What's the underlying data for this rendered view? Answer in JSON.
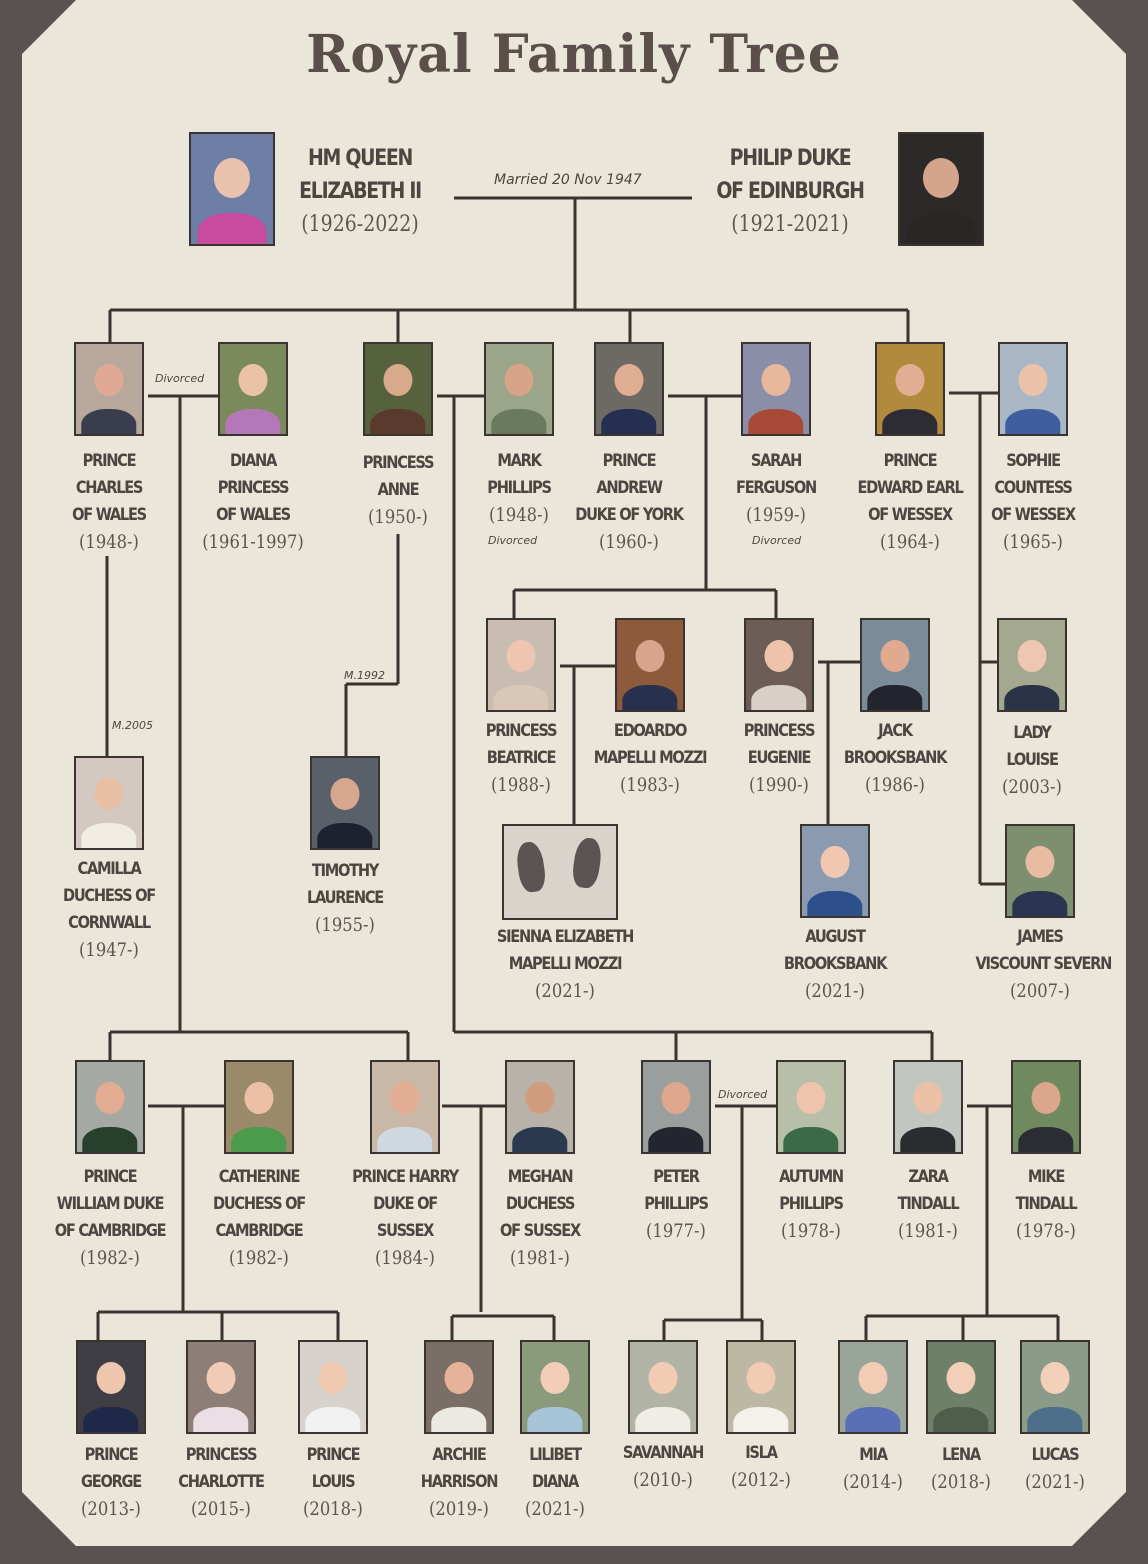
{
  "title": "Royal Family Tree",
  "notes": {
    "married": "Married 20 Nov 1947",
    "divorced": "Divorced",
    "m2005": "M.2005",
    "m1992": "M.1992"
  },
  "colors": {
    "background": "#ebe6da",
    "line": "#3b3330",
    "text": "#4e4441",
    "frame": "#5a5250"
  },
  "people": {
    "elizabeth": {
      "name": "HM QUEEN\nELIZABETH II",
      "years": "(1926-2022)",
      "skin": "#e9c3ae",
      "top": "#c94b9f",
      "bg": "#6e7fa5"
    },
    "philip": {
      "name": "PHILIP DUKE\nOF EDINBURGH",
      "years": "(1921-2021)",
      "skin": "#d4a58c",
      "top": "#2a2624",
      "bg": "#2b2a28"
    },
    "charles": {
      "name": "PRINCE\nCHARLES\nOF WALES",
      "years": "(1948-)",
      "skin": "#e0a996",
      "top": "#3a3d4e",
      "bg": "#b8a89c"
    },
    "diana": {
      "name": "DIANA\nPRINCESS\nOF WALES",
      "years": "(1961-1997)",
      "skin": "#e9c2a8",
      "top": "#b477b8",
      "bg": "#7b8a5a"
    },
    "anne": {
      "name": "PRINCESS\nANNE",
      "years": "(1950-)",
      "skin": "#d9a98c",
      "top": "#5b3a2e",
      "bg": "#56613e"
    },
    "mark": {
      "name": "MARK\nPHILLIPS",
      "years": "(1948-)",
      "skin": "#d7a488",
      "top": "#6b7a5c",
      "bg": "#9aa58a"
    },
    "andrew": {
      "name": "PRINCE\nANDREW\nDUKE OF YORK",
      "years": "(1960-)",
      "skin": "#dfad92",
      "top": "#253050",
      "bg": "#6d6a66"
    },
    "sarah": {
      "name": "SARAH\nFERGUSON",
      "years": "(1959-)",
      "skin": "#e8b79c",
      "top": "#a84a38",
      "bg": "#8a8fa7"
    },
    "edward": {
      "name": "PRINCE\nEDWARD EARL\nOF WESSEX",
      "years": "(1964-)",
      "skin": "#e1ae94",
      "top": "#2d2b33",
      "bg": "#b28a3e"
    },
    "sophie": {
      "name": "SOPHIE\nCOUNTESS\nOF WESSEX",
      "years": "(1965-)",
      "skin": "#ecc2ab",
      "top": "#3f5e9e",
      "bg": "#a8b6c6"
    },
    "beatrice": {
      "name": "PRINCESS\nBEATRICE",
      "years": "(1988-)",
      "skin": "#eec5b0",
      "top": "#d9c7b8",
      "bg": "#c9bcb0"
    },
    "edoardo": {
      "name": "EDOARDO\nMAPELLI MOZZI",
      "years": "(1983-)",
      "skin": "#d8a58c",
      "top": "#27304d",
      "bg": "#8d5a3c"
    },
    "eugenie": {
      "name": "PRINCESS\nEUGENIE",
      "years": "(1990-)",
      "skin": "#eec2ab",
      "top": "#d8cfc8",
      "bg": "#6b5d55"
    },
    "jack": {
      "name": "JACK\nBROOKSBANK",
      "years": "(1986-)",
      "skin": "#e0aa90",
      "top": "#22252e",
      "bg": "#7a8c99"
    },
    "louise": {
      "name": "LADY\nLOUISE",
      "years": "(2003-)",
      "skin": "#eec7b2",
      "top": "#2b3348",
      "bg": "#a3a88e"
    },
    "camilla": {
      "name": "CAMILLA\nDUCHESS OF\nCORNWALL",
      "years": "(1947-)",
      "skin": "#e7bfa5",
      "top": "#f1ece4",
      "bg": "#d4c9c2"
    },
    "timothy": {
      "name": "TIMOTHY\nLAURENCE",
      "years": "(1955-)",
      "skin": "#d8a68c",
      "top": "#1e2230",
      "bg": "#59606a"
    },
    "sienna": {
      "name": "SIENNA ELIZABETH\nMAPELLI MOZZI",
      "years": "(2021-)"
    },
    "august": {
      "name": "AUGUST\nBROOKSBANK",
      "years": "(2021-)",
      "skin": "#f0c8b2",
      "top": "#2f4f8a",
      "bg": "#8a9ab0"
    },
    "james": {
      "name": "JAMES\nVISCOUNT SEVERN",
      "years": "(2007-)",
      "skin": "#e8bba2",
      "top": "#2a3552",
      "bg": "#7d8f6e"
    },
    "william": {
      "name": "PRINCE\nWILLIAM DUKE\nOF CAMBRIDGE",
      "years": "(1982-)",
      "skin": "#e2ac92",
      "top": "#27402e",
      "bg": "#a5a9a3"
    },
    "catherine": {
      "name": "CATHERINE\nDUCHESS OF\nCAMBRIDGE",
      "years": "(1982-)",
      "skin": "#ebc0a6",
      "top": "#4c9a4c",
      "bg": "#9a8a6a"
    },
    "harry": {
      "name": "PRINCE HARRY\nDUKE OF\nSUSSEX",
      "years": "(1984-)",
      "skin": "#e3ad93",
      "top": "#cfd7e0",
      "bg": "#c9b8a6"
    },
    "meghan": {
      "name": "MEGHAN\nDUCHESS\nOF SUSSEX",
      "years": "(1981-)",
      "skin": "#d19d7f",
      "top": "#2a3950",
      "bg": "#b8b2a8"
    },
    "peter": {
      "name": "PETER\nPHILLIPS",
      "years": "(1977-)",
      "skin": "#dfa88e",
      "top": "#23262e",
      "bg": "#9a9e9c"
    },
    "autumn": {
      "name": "AUTUMN\nPHILLIPS",
      "years": "(1978-)",
      "skin": "#eec4ad",
      "top": "#3a6a48",
      "bg": "#b8bfa8"
    },
    "zara": {
      "name": "ZARA\nTINDALL",
      "years": "(1981-)",
      "skin": "#ebc0a7",
      "top": "#2a2c30",
      "bg": "#c2c6c0"
    },
    "mike": {
      "name": "MIKE\nTINDALL",
      "years": "(1978-)",
      "skin": "#dba68c",
      "top": "#2b2d33",
      "bg": "#6f8a5e"
    },
    "george": {
      "name": "PRINCE\nGEORGE",
      "years": "(2013-)",
      "skin": "#eec5ad",
      "top": "#1f2848",
      "bg": "#3e3e44"
    },
    "charlotte": {
      "name": "PRINCESS\nCHARLOTTE",
      "years": "(2015-)",
      "skin": "#f0cbb5",
      "top": "#e9dfe4",
      "bg": "#8e7e78"
    },
    "louis": {
      "name": "PRINCE\nLOUIS",
      "years": "(2018-)",
      "skin": "#f0c9b1",
      "top": "#f2f2f2",
      "bg": "#d8d2cc"
    },
    "archie": {
      "name": "ARCHIE\nHARRISON",
      "years": "(2019-)",
      "skin": "#e6b39a",
      "top": "#ece8e2",
      "bg": "#7a6f66"
    },
    "lilibet": {
      "name": "LILIBET\nDIANA",
      "years": "(2021-)",
      "skin": "#f2cdb7",
      "top": "#a7c4d8",
      "bg": "#8c9a7c"
    },
    "savannah": {
      "name": "SAVANNAH",
      "years": "(2010-)",
      "skin": "#f1cbb4",
      "top": "#f0ede6",
      "bg": "#b1b4a4"
    },
    "isla": {
      "name": "ISLA",
      "years": "(2012-)",
      "skin": "#f1cbb4",
      "top": "#f4f1ea",
      "bg": "#bcb8a4"
    },
    "mia": {
      "name": "MIA",
      "years": "(2014-)",
      "skin": "#f2ccb5",
      "top": "#5a6fb8",
      "bg": "#9aa59a"
    },
    "lena": {
      "name": "LENA",
      "years": "(2018-)",
      "skin": "#f3cfb9",
      "top": "#4e5e4a",
      "bg": "#6f8068"
    },
    "lucas": {
      "name": "LUCAS",
      "years": "(2021-)",
      "skin": "#f3d0ba",
      "top": "#4e6f8a",
      "bg": "#8c9a88"
    }
  }
}
